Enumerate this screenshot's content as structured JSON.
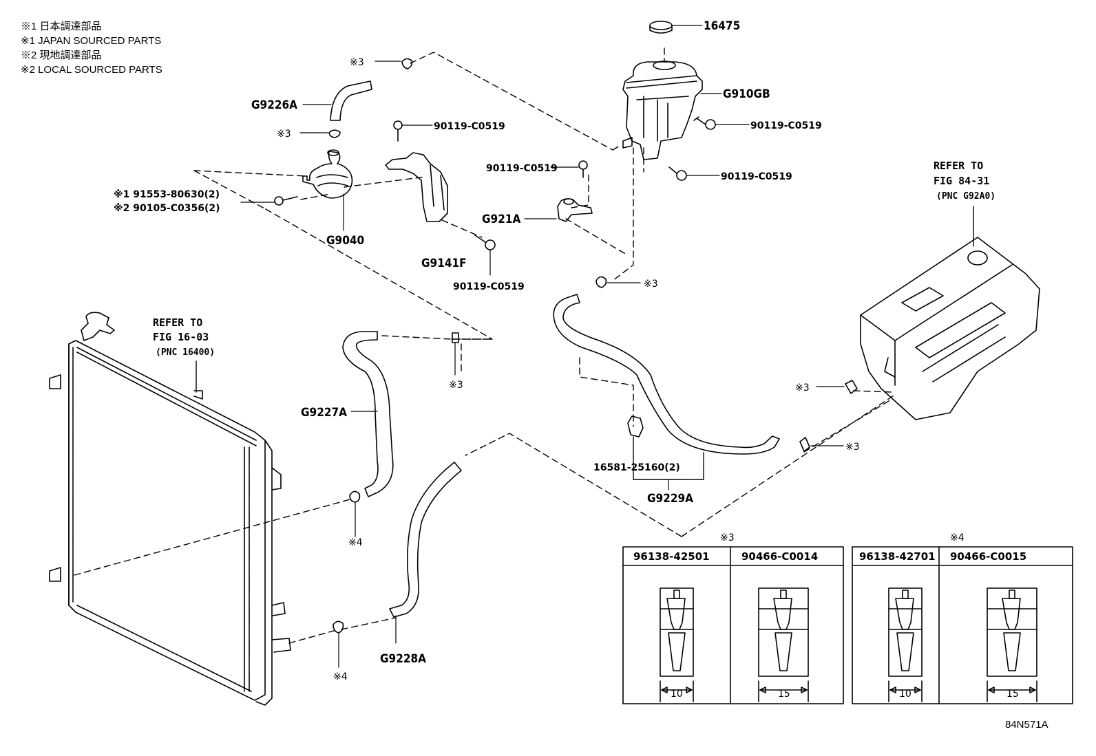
{
  "legend": [
    {
      "mark": "※1",
      "text": "日本調達部品"
    },
    {
      "mark": "※1",
      "text": "JAPAN SOURCED PARTS"
    },
    {
      "mark": "※2",
      "text": "現地調達部品"
    },
    {
      "mark": "※2",
      "text": "LOCAL SOURCED PARTS"
    }
  ],
  "parts": {
    "cap": "16475",
    "reservoir": "G910GB",
    "bolt": "90119-C0519",
    "hose_upper": "G9226A",
    "pump": "G9040",
    "bracket": "G9141F",
    "bracket_small": "G921A",
    "pump_bolt_1": "※1 91553-80630(2)",
    "pump_bolt_2": "※2 90105-C0356(2)",
    "hose_mid": "G9227A",
    "hose_low": "G9228A",
    "hose_long": "G9229A",
    "clamp_clip": "16581-25160(2)",
    "note3": "※3",
    "note4": "※4"
  },
  "refs": {
    "radiator": {
      "line1": "REFER TO",
      "line2": "FIG 16-03",
      "line3": "(PNC 16400)"
    },
    "inverter": {
      "line1": "REFER TO",
      "line2": "FIG 84-31",
      "line3": "(PNC G92A0)"
    }
  },
  "tables": [
    {
      "note": "※3",
      "columns": [
        {
          "part": "96138-42501",
          "width": "10"
        },
        {
          "part": "90466-C0014",
          "width": "15"
        }
      ]
    },
    {
      "note": "※4",
      "columns": [
        {
          "part": "96138-42701",
          "width": "10"
        },
        {
          "part": "90466-C0015",
          "width": "15"
        }
      ]
    }
  ],
  "figure_id": "84N571A"
}
